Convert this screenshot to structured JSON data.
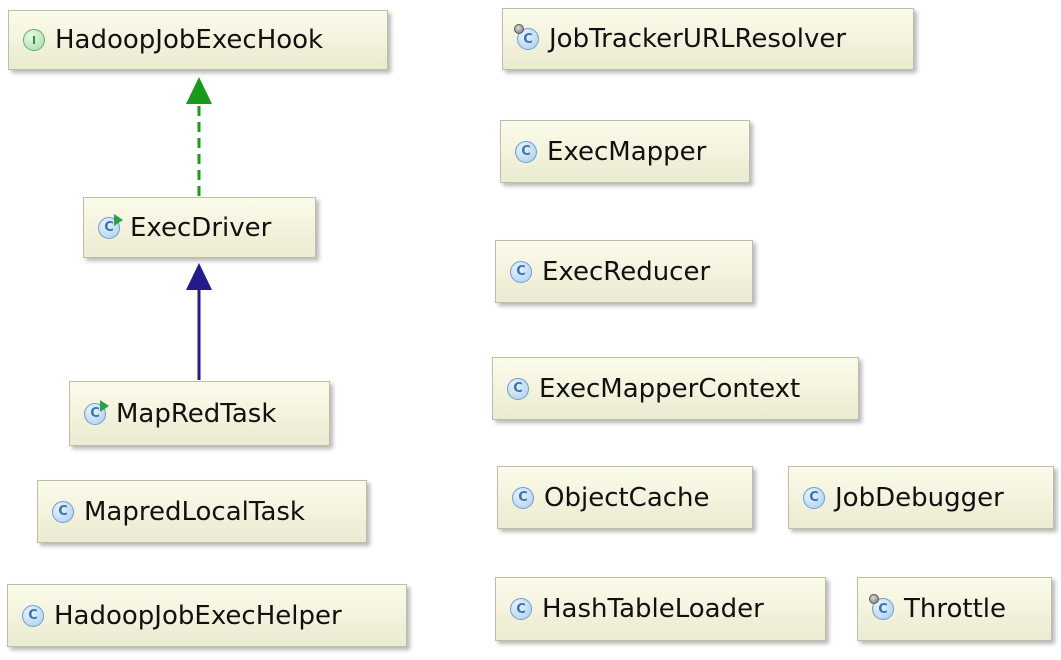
{
  "diagram": {
    "nodes": [
      {
        "id": "hadoopjobexechook",
        "label": "HadoopJobExecHook",
        "icon": "interface-icon",
        "icon_letter": "I"
      },
      {
        "id": "execdriver",
        "label": "ExecDriver",
        "icon": "runnable-class-icon",
        "icon_letter": "C"
      },
      {
        "id": "mapredtask",
        "label": "MapRedTask",
        "icon": "runnable-class-icon",
        "icon_letter": "C"
      },
      {
        "id": "mapredlocaltask",
        "label": "MapredLocalTask",
        "icon": "class-icon",
        "icon_letter": "C"
      },
      {
        "id": "hadoopjobexechelper",
        "label": "HadoopJobExecHelper",
        "icon": "class-icon",
        "icon_letter": "C"
      },
      {
        "id": "jobtrackerurlresolver",
        "label": "JobTrackerURLResolver",
        "icon": "abstract-class-icon",
        "icon_letter": "C"
      },
      {
        "id": "execmapper",
        "label": "ExecMapper",
        "icon": "class-icon",
        "icon_letter": "C"
      },
      {
        "id": "execreducer",
        "label": "ExecReducer",
        "icon": "class-icon",
        "icon_letter": "C"
      },
      {
        "id": "execmappercontext",
        "label": "ExecMapperContext",
        "icon": "class-icon",
        "icon_letter": "C"
      },
      {
        "id": "objectcache",
        "label": "ObjectCache",
        "icon": "class-icon",
        "icon_letter": "C"
      },
      {
        "id": "jobdebugger",
        "label": "JobDebugger",
        "icon": "class-icon",
        "icon_letter": "C"
      },
      {
        "id": "hashtableloader",
        "label": "HashTableLoader",
        "icon": "class-icon",
        "icon_letter": "C"
      },
      {
        "id": "throttle",
        "label": "Throttle",
        "icon": "abstract-class-icon",
        "icon_letter": "C"
      }
    ],
    "edges": [
      {
        "from": "execdriver",
        "to": "hadoopjobexechook",
        "type": "implements",
        "color": "#1a9a1a"
      },
      {
        "from": "mapredtask",
        "to": "execdriver",
        "type": "extends",
        "color": "#241a8c"
      }
    ]
  }
}
